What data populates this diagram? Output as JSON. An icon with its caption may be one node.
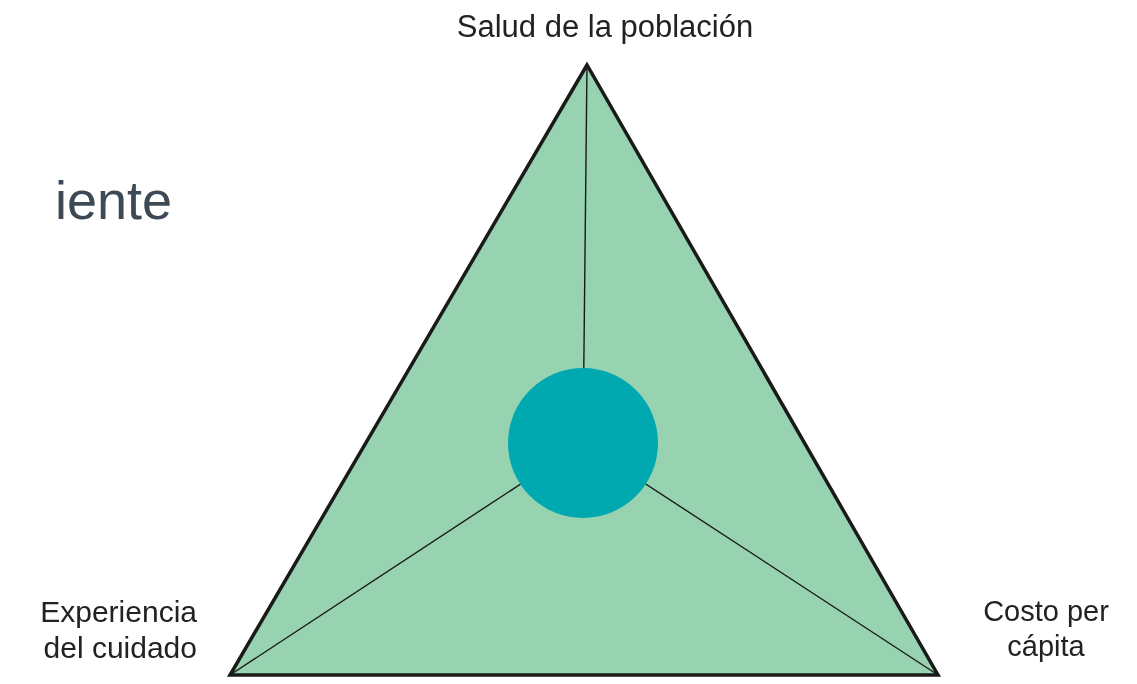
{
  "diagram": {
    "nodes": [
      {
        "text": [],
        "shape": "triangle"
      },
      {
        "text": [],
        "shape": "circle",
        "in": 0
      }
    ],
    "labels": [
      "iente",
      "Salud de la población",
      "Experiencia del cuidado",
      "Costo per cápita"
    ]
  }
}
